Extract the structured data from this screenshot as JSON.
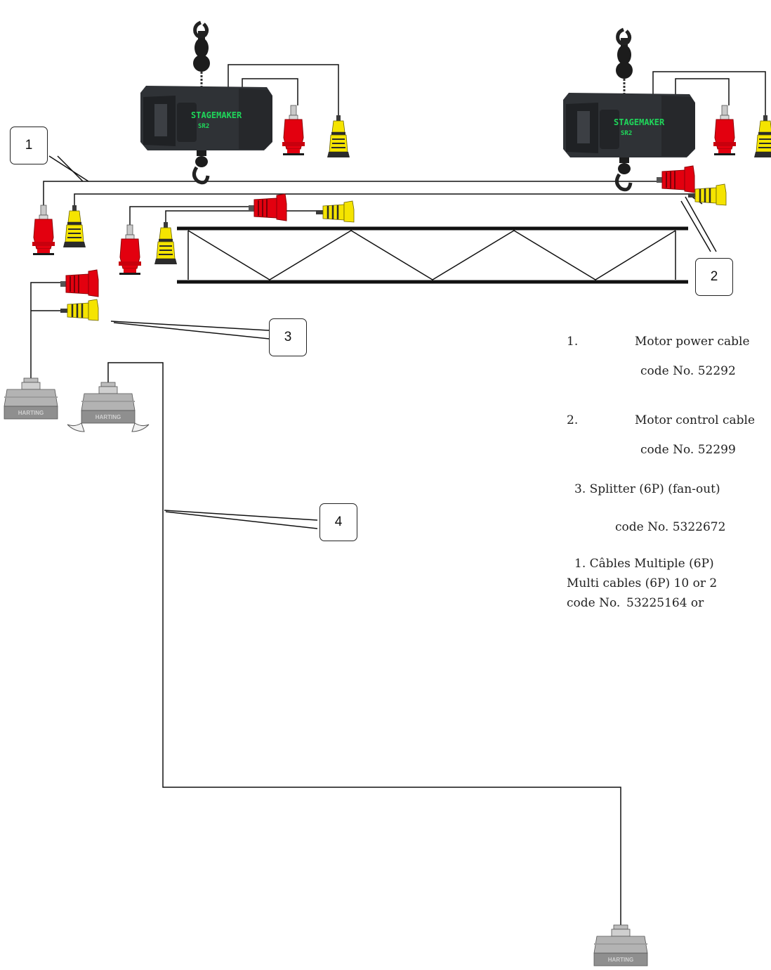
{
  "callouts": {
    "c1": "1",
    "c2": "2",
    "c3": "3",
    "c4": "4"
  },
  "hoist": {
    "brand": "STAGEMAKER",
    "model": "SR2"
  },
  "connector_label": "HARTING",
  "legend": {
    "item1_num": "1.",
    "item1_title": "Motor power cable",
    "item1_code": "code No. 52292",
    "item2_num": "2.",
    "item2_title": "Motor control cable",
    "item2_code": "code No. 52299",
    "item3_title": "3. Splitter  (6P) (fan-out)",
    "item3_code": "code No. 5322672",
    "item4_title": "1.  Câbles Multiple (6P)",
    "item4_sub": "Multi cables  (6P) 10 or 2",
    "item4_code_prefix": "code No.",
    "item4_code": "53225164 or"
  },
  "colors": {
    "power_plug": "#e3000f",
    "control_plug": "#f5e400",
    "hoist_body": "#2f3236",
    "brand_green": "#1fd65a",
    "harting_grey": "#9a9a9a",
    "line": "#111111"
  }
}
